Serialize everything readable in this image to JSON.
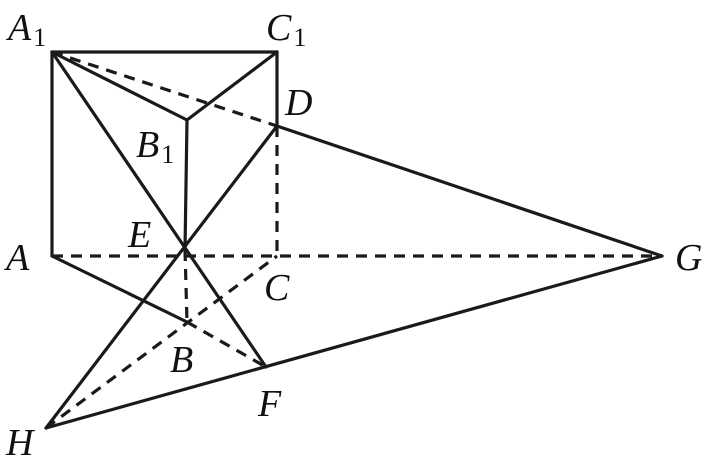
{
  "figure": {
    "points": [
      {
        "id": "A1",
        "letter": "A",
        "subscript": "1"
      },
      {
        "id": "C1",
        "letter": "C",
        "subscript": "1"
      },
      {
        "id": "B1",
        "letter": "B",
        "subscript": "1"
      },
      {
        "id": "D",
        "letter": "D",
        "subscript": ""
      },
      {
        "id": "A",
        "letter": "A",
        "subscript": ""
      },
      {
        "id": "E",
        "letter": "E",
        "subscript": ""
      },
      {
        "id": "C",
        "letter": "C",
        "subscript": ""
      },
      {
        "id": "G",
        "letter": "G",
        "subscript": ""
      },
      {
        "id": "B",
        "letter": "B",
        "subscript": ""
      },
      {
        "id": "F",
        "letter": "F",
        "subscript": ""
      },
      {
        "id": "H",
        "letter": "H",
        "subscript": ""
      }
    ],
    "segments": [
      {
        "from": "A1",
        "to": "C1",
        "style": "solid"
      },
      {
        "from": "A1",
        "to": "A",
        "style": "solid"
      },
      {
        "from": "C1",
        "to": "D",
        "style": "solid"
      },
      {
        "from": "A1",
        "to": "B1",
        "style": "solid"
      },
      {
        "from": "B1",
        "to": "C1",
        "style": "solid"
      },
      {
        "from": "B1",
        "to": "E",
        "style": "solid"
      },
      {
        "from": "A1",
        "to": "F",
        "style": "solid"
      },
      {
        "from": "D",
        "to": "H",
        "style": "solid"
      },
      {
        "from": "D",
        "to": "G",
        "style": "solid"
      },
      {
        "from": "H",
        "to": "G",
        "style": "solid"
      },
      {
        "from": "A",
        "to": "B",
        "style": "solid"
      },
      {
        "from": "A1",
        "to": "D",
        "style": "dashed"
      },
      {
        "from": "D",
        "to": "C",
        "style": "dashed"
      },
      {
        "from": "A",
        "to": "G",
        "style": "dashed"
      },
      {
        "from": "E",
        "to": "B",
        "style": "dashed"
      },
      {
        "from": "B",
        "to": "F",
        "style": "dashed"
      },
      {
        "from": "H",
        "to": "C",
        "style": "dashed"
      }
    ]
  }
}
